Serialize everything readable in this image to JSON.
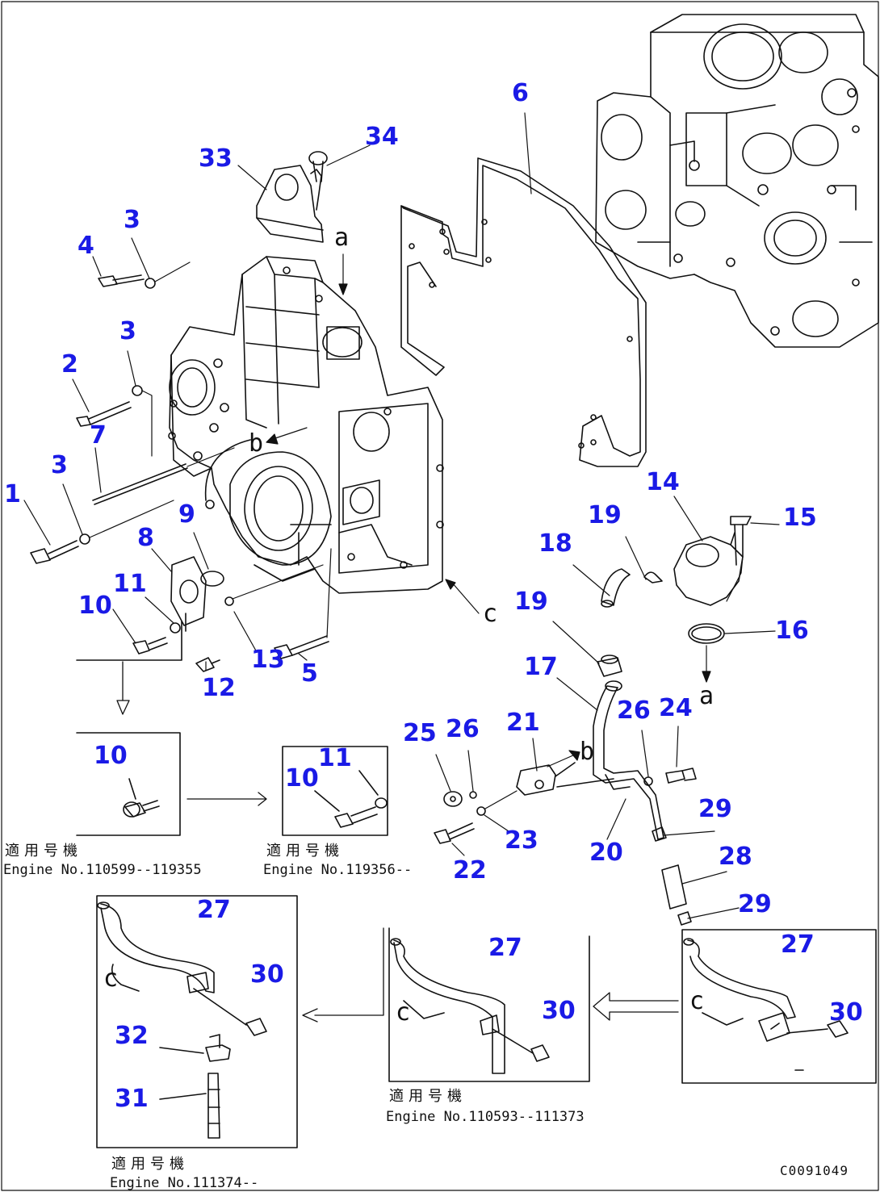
{
  "drawing": {
    "code": "C0091049",
    "callouts": [
      {
        "id": "c1",
        "text": "1"
      },
      {
        "id": "c2",
        "text": "2"
      },
      {
        "id": "c3a",
        "text": "3"
      },
      {
        "id": "c3b",
        "text": "3"
      },
      {
        "id": "c3c",
        "text": "3"
      },
      {
        "id": "c4",
        "text": "4"
      },
      {
        "id": "c5",
        "text": "5"
      },
      {
        "id": "c6",
        "text": "6"
      },
      {
        "id": "c7",
        "text": "7"
      },
      {
        "id": "c8",
        "text": "8"
      },
      {
        "id": "c9",
        "text": "9"
      },
      {
        "id": "c10a",
        "text": "10"
      },
      {
        "id": "c10b",
        "text": "10"
      },
      {
        "id": "c10c",
        "text": "10"
      },
      {
        "id": "c11a",
        "text": "11"
      },
      {
        "id": "c11b",
        "text": "11"
      },
      {
        "id": "c12",
        "text": "12"
      },
      {
        "id": "c13",
        "text": "13"
      },
      {
        "id": "c14",
        "text": "14"
      },
      {
        "id": "c15",
        "text": "15"
      },
      {
        "id": "c16",
        "text": "16"
      },
      {
        "id": "c17",
        "text": "17"
      },
      {
        "id": "c18",
        "text": "18"
      },
      {
        "id": "c19a",
        "text": "19"
      },
      {
        "id": "c19b",
        "text": "19"
      },
      {
        "id": "c20",
        "text": "20"
      },
      {
        "id": "c21",
        "text": "21"
      },
      {
        "id": "c22",
        "text": "22"
      },
      {
        "id": "c23",
        "text": "23"
      },
      {
        "id": "c24",
        "text": "24"
      },
      {
        "id": "c25",
        "text": "25"
      },
      {
        "id": "c26a",
        "text": "26"
      },
      {
        "id": "c26b",
        "text": "26"
      },
      {
        "id": "c27a",
        "text": "27"
      },
      {
        "id": "c27b",
        "text": "27"
      },
      {
        "id": "c27c",
        "text": "27"
      },
      {
        "id": "c28",
        "text": "28"
      },
      {
        "id": "c29a",
        "text": "29"
      },
      {
        "id": "c29b",
        "text": "29"
      },
      {
        "id": "c30a",
        "text": "30"
      },
      {
        "id": "c30b",
        "text": "30"
      },
      {
        "id": "c30c",
        "text": "30"
      },
      {
        "id": "c31",
        "text": "31"
      },
      {
        "id": "c32",
        "text": "32"
      },
      {
        "id": "c33",
        "text": "33"
      },
      {
        "id": "c34",
        "text": "34"
      }
    ],
    "reference_letters": [
      {
        "id": "ra1",
        "text": "a"
      },
      {
        "id": "ra2",
        "text": "a"
      },
      {
        "id": "rb1",
        "text": "b"
      },
      {
        "id": "rb2",
        "text": "b"
      },
      {
        "id": "rc1",
        "text": "c"
      },
      {
        "id": "rc2",
        "text": "c"
      },
      {
        "id": "rc3",
        "text": "c"
      },
      {
        "id": "rc4",
        "text": "c"
      }
    ],
    "serial_notes": [
      {
        "id": "n1",
        "jp": "適用号機",
        "en": "Engine No.110599--119355"
      },
      {
        "id": "n2",
        "jp": "適用号機",
        "en": "Engine No.119356--"
      },
      {
        "id": "n3",
        "jp": "適用号機",
        "en": "Engine No.110593--111373"
      },
      {
        "id": "n4",
        "jp": "適用号機",
        "en": "Engine No.111374--"
      }
    ]
  }
}
